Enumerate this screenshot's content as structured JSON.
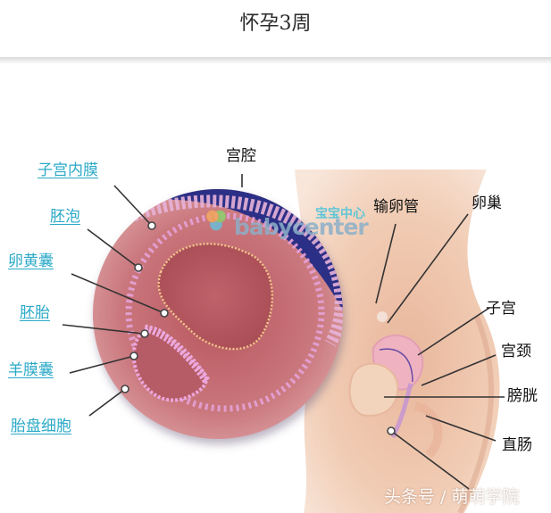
{
  "header": {
    "title": "怀孕3周"
  },
  "diagram": {
    "title": "Pregnancy week 3 anatomy",
    "labels_left": [
      {
        "id": "endometrium",
        "text": "子宫内膜"
      },
      {
        "id": "blastocyst",
        "text": "胚泡"
      },
      {
        "id": "yolk_sac",
        "text": "卵黄囊"
      },
      {
        "id": "embryo",
        "text": "胚胎"
      },
      {
        "id": "amniotic_sac",
        "text": "羊膜囊"
      },
      {
        "id": "trophoblast",
        "text": "胎盘细胞"
      }
    ],
    "labels_right": [
      {
        "id": "uterine_cavity",
        "text": "宫腔"
      },
      {
        "id": "fallopian_tube",
        "text": "输卵管"
      },
      {
        "id": "ovary",
        "text": "卵巢"
      },
      {
        "id": "uterus",
        "text": "子宫"
      },
      {
        "id": "cervix",
        "text": "宫颈"
      },
      {
        "id": "bladder",
        "text": "膀胱"
      },
      {
        "id": "rectum",
        "text": "直肠"
      }
    ],
    "logo": {
      "cn": "宝宝中心",
      "en": "babycenter"
    },
    "colors": {
      "link_label": "#2aa9c7",
      "cavity_blue": "#2b2f86",
      "tissue_pink": "#c97b80",
      "membrane_pink": "#e9a6d8",
      "skin": "#f1cdb5"
    }
  },
  "watermark": "头条号 / 萌萌学院"
}
